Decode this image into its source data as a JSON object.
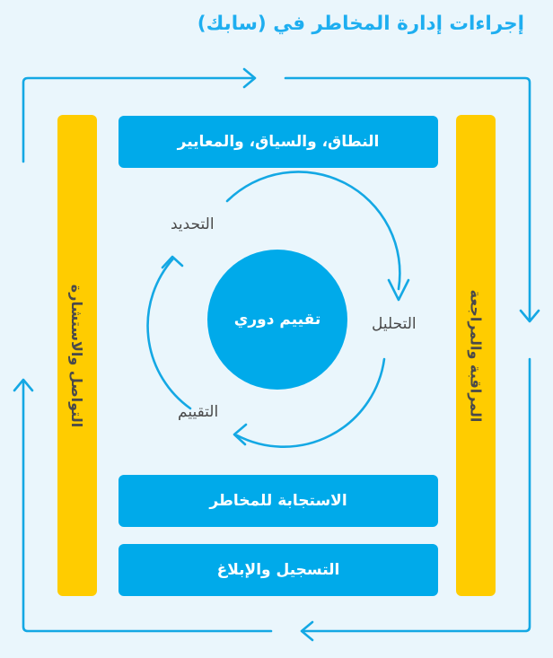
{
  "page": {
    "title": "إجراءات إدارة المخاطر في (سابك)",
    "language": "ar",
    "direction": "rtl"
  },
  "colors": {
    "background": "#eaf6fc",
    "blue": "#00aaea",
    "title_blue": "#1eaef0",
    "yellow": "#ffcc00",
    "arrow_blue": "#14a8e4",
    "label_gray": "#4a4a4a",
    "white": "#ffffff"
  },
  "diagram": {
    "type": "risk-management-process-cycle",
    "top_bar": {
      "label": "النطاق، والسياق، والمعايير",
      "color": "#00aaea"
    },
    "bottom_bars": [
      {
        "label": "الاستجابة للمخاطر",
        "color": "#00aaea"
      },
      {
        "label": "التسجيل والإبلاغ",
        "color": "#00aaea"
      }
    ],
    "side_bars": [
      {
        "position": "left",
        "label": "التواصل والاستشارة",
        "color": "#ffcc00"
      },
      {
        "position": "right",
        "label": "المراقبة والمراجعة",
        "color": "#ffcc00"
      }
    ],
    "center": {
      "label": "تقييم دوري",
      "color": "#00aaea"
    },
    "cycle_stages": [
      {
        "id": "identify",
        "label": "التحديد",
        "position": "top-left"
      },
      {
        "id": "analyze",
        "label": "التحليل",
        "position": "right"
      },
      {
        "id": "evaluate",
        "label": "التقييم",
        "position": "bottom-left"
      }
    ],
    "outer_arrows": [
      {
        "id": "top",
        "direction": "right"
      },
      {
        "id": "right",
        "direction": "down"
      },
      {
        "id": "bottom",
        "direction": "left"
      },
      {
        "id": "left",
        "direction": "up"
      }
    ],
    "inner_arcs": [
      {
        "id": "arc-identify",
        "direction": "counter-clockwise-up"
      },
      {
        "id": "arc-analyze",
        "direction": "clockwise-down"
      },
      {
        "id": "arc-evaluate",
        "direction": "clockwise-left"
      }
    ]
  }
}
